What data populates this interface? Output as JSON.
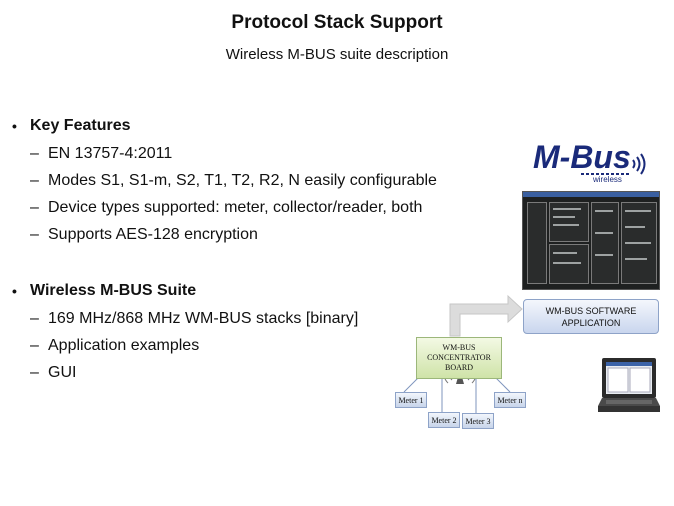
{
  "title": "Protocol Stack Support",
  "subtitle": "Wireless M-BUS suite description",
  "sections": [
    {
      "heading": "Key Features",
      "items": [
        "EN 13757-4:2011",
        "Modes  S1, S1-m, S2, T1, T2, R2, N easily configurable",
        "Device types supported: meter, collector/reader, both",
        "Supports AES-128  encryption"
      ]
    },
    {
      "heading": "Wireless  M-BUS Suite",
      "items": [
        "169 MHz/868 MHz WM-BUS stacks [binary]",
        "Application examples",
        "GUI"
      ]
    }
  ],
  "logo": {
    "main": "M-Bus",
    "sub": "wireless"
  },
  "diagram": {
    "app_box": [
      "WM-BUS SOFTWARE",
      "APPLICATION"
    ],
    "concentrator": [
      "WM-BUS",
      "CONCENTRATOR",
      "BOARD"
    ],
    "meters": [
      "Meter 1",
      "Meter 2",
      "Meter 3",
      "Meter n"
    ]
  },
  "colors": {
    "logo_blue": "#1a2a7a",
    "arrow_gray": "#d8d8d8",
    "board_green": "#cfe3a8",
    "box_blue": "#c9d6ee"
  }
}
